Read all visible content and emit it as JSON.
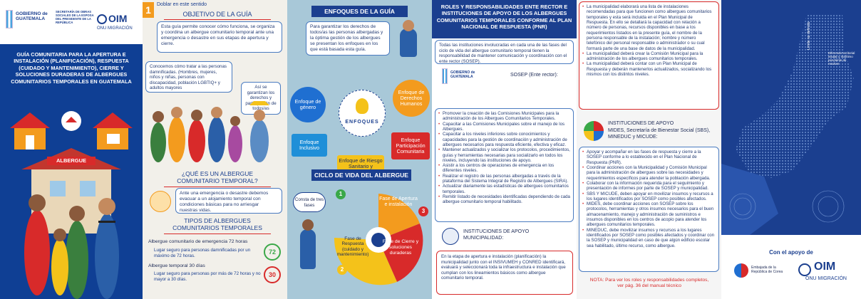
{
  "cover": {
    "gov_logo": "GOBIERNO de GUATEMALA",
    "gov_sub": "SECRETARÍA DE OBRAS SOCIALES DE LA ESPOSA DEL PRESIDENTE DE LA REPÚBLICA",
    "oim_logo": "OIM",
    "oim_sub": "ONU MIGRACIÓN",
    "title": "GUÍA COMUNITARIA PARA LA APERTURA E INSTALACIÓN (PLANIFICACIÓN), RESPUESTA (CUIDADO Y MANTENIMIENTO), CIERRE Y SOLUCIONES DURADERAS DE ALBERGUES COMUNITARIOS TEMPORALES EN GUATEMALA",
    "sign": "ALBERGUE"
  },
  "objetivo": {
    "step_number": "1",
    "fold_note": "Doblar en este sentido",
    "heading": "OBJETIVO DE LA GUÍA",
    "text": "Esta guía permite conocer cómo funciona, se organiza y coordina un albergue comunitario temporal ante una emergencia o desastre en sus etapas de apertura y cierre.",
    "groups_text": "Conocemos cómo tratar a las personas damnificadas. (Hombres, mujeres, niños y niñas, personas con discapacidad, población LGBTIQ+ y adultos mayores",
    "rights_text": "Así se garantizan los derechos y participación de todos/as"
  },
  "que_es": {
    "heading": "¿QUÉ ES UN ALBERGUE COMUNITARIO TEMPORAL?",
    "text": "Ante una emergencia o desastre debemos evacuar a un alojamiento temporal con condiciones básicas para no arriesgar nuestras vidas."
  },
  "tipos": {
    "heading": "TIPOS DE ALBERGUES COMUNITARIOS TEMPORALES",
    "items": [
      {
        "title": "Albergue comunitario de emergencia 72 horas",
        "desc": "Lugar seguro para personas damnificadas por un máximo de 72 horas.",
        "badge": "72"
      },
      {
        "title": "Albergue temporal 30 días",
        "desc": "Lugar seguro para personas por más de 72 horas y no mayor a 30 días.",
        "badge": "30"
      }
    ]
  },
  "enfoques": {
    "heading": "ENFOQUES DE LA GUÍA",
    "text": "Para garantizar los derechos de todos/as las personas albergadas y la óptima gestión de los albergues se presentan los enfoques en los que está basada esta guía.",
    "center": "ENFOQUES",
    "items": [
      "Enfoque de género",
      "Enfoque de Derechos Humanos",
      "Enfoque Inclusivo",
      "Enfoque Participación Comunitaria",
      "Enfoque de Riesgo Sanitario y Ambiental"
    ]
  },
  "ciclo": {
    "heading": "CICLO DE VIDA DEL ALBERGUE",
    "bubble": "Consta de tres fases",
    "phases": [
      "Fase de Apertura e instalación",
      "Fase de Respuesta (cuidado y mantenimiento)",
      "Fase de Cierre y soluciones duraderas"
    ],
    "nums": [
      "1",
      "2",
      "3"
    ]
  },
  "roles": {
    "heading": "ROLES Y RESPONSABILIDADES ENTE RECTOR E INSTITUCIONES DE APOYO DE LOS ALBERGUES COMUNITARIOS TEMPORALES CONFORME AL PLAN NACIONAL DE RESPUESTA (PNR)",
    "intro": "Todas las instituciones involucradas en cada una de las fases del ciclo de vida del albergue comunitario temporal tienen la responsabilidad de mantener comunicación y coordinación con el ente rector (SOSEP).",
    "sosep_label": "SOSEP (Ente rector):",
    "sosep_items": [
      "Promover la creación de las Comisiones Municipales para la administración de los Albergues Comunitarios Temporales.",
      "Capacitar a las Comisiones Municipales sobre el manejo de los Albergues.",
      "Capacitar a los niveles inferiores sobre conocimientos y capacidades para la gestión de coordinación y administración de albergues necesarios para respuesta eficiente, efectiva y eficaz.",
      "Mantener actualizados y socializar los protocolos, procedimientos, guías y herramientas necesarias para socializarlo en todos los niveles, incluyendo las instituciones de apoyo.",
      "Asistir a los centros de operaciones de emergencia en los diferentes niveles.",
      "Realizar el registro de las personas albergadas a través de la plataforma del Sistema Integral de Registro de Albergues (SIRA).",
      "Actualizar diariamente las estadísticas de albergues comunitarios temporales.",
      "Remitir listado de necesidades identificadas dependiendo de cada albergue comunitario temporal habilitado."
    ],
    "municipal_heading": "INSTITUCIONES DE APOYO MUNICIPALIDAD:",
    "municipal_text": "En la etapa de apertura e instalación (planificación) la municipalidad junto con el INSIVUMEH y CONRED identificará, evaluará y seleccionará toda la infraestructura e instalación que cumplan con los lineamientos básicos como albergue comunitario temporal."
  },
  "panel5": {
    "muni_items": [
      "La municipalidad elaborará una lista de instalaciones recomendadas para que funcionen como albergues comunitarios temporales y esta será incluida en el Plan Municipal de Respuesta. En ello se detallará la capacidad con relación a número de personas, recursos disponibles en base a los requerimientos listados en la presente guía, el nombre de la persona responsable de la instalación; nombre y número telefónico del personal responsable o administrador o su cual formará parte de una base de datos de la municipalidad.",
      "La municipalidad deberá crear la Comisión Municipal para la administración de los albergues comunitarios temporales.",
      "La municipalidad deberá contar con un Plan Municipal de Respuesta y deberán mantenerlos actualizados, socializando los mismos con los distintos niveles."
    ],
    "inst_heading": "INSTITUCIONES DE APOYO",
    "inst_sub": "MIDES, Secretaría de Bienestar Social (SBS), MINEDUC y MICUDE:",
    "inst_items": [
      "Apoyar y acompañar en las fases de respuesta y cierre a la SOSEP conforme a lo establecido en el Plan Nacional de Respuesta (PNR).",
      "Coordinar acciones con la Municipalidad y Comisión Municipal para la administración de albergues sobre las necesidades y requerimientos específicos para atender la población albergada.",
      "Colaborar con la información requerida para el seguimiento y presentación de informes por parte de SOSEP y municipalidad.",
      "SBS Y MICUDE, deben apoyar en movilizar insumos y recursos a los lugares identificados por SOSEP como posibles afectados.",
      "MIDES, debe coordinar acciones con SOSEP sobre los protocolos, herramientas y otros insumos necesarios para el buen almacenamiento, manejo y administración de suministros e insumos disponibles en los centros de acopio para atender los albergues comunitarios temporales.",
      "MINEDUC, debe movilizar insumos y recursos a los lugares identificados por SOSEP como posibles afectados y coordinar con la SOSEP y municipalidad en caso de que algún edificio escolar sea habilitado, último recurso, como albergue."
    ],
    "nota": "NOTA: Para ver los roles y responsabilidades completos, ver pág. 36 del manual técnico"
  },
  "back": {
    "map_label_1": "Límite no definido",
    "map_label_2": "Diferendo territorial insular y marítimo pendiente de resolver",
    "support": "Con el apoyo de",
    "embassy": "Embajada de la República de Corea",
    "oim_logo": "OIM",
    "oim_sub": "ONU MIGRACIÓN"
  },
  "colors": {
    "navy": "#1b3f8f",
    "blue": "#1f6fd1",
    "red": "#d82a2a",
    "orange": "#f39b1e",
    "yellow": "#f4c21a",
    "green": "#3aa848"
  }
}
